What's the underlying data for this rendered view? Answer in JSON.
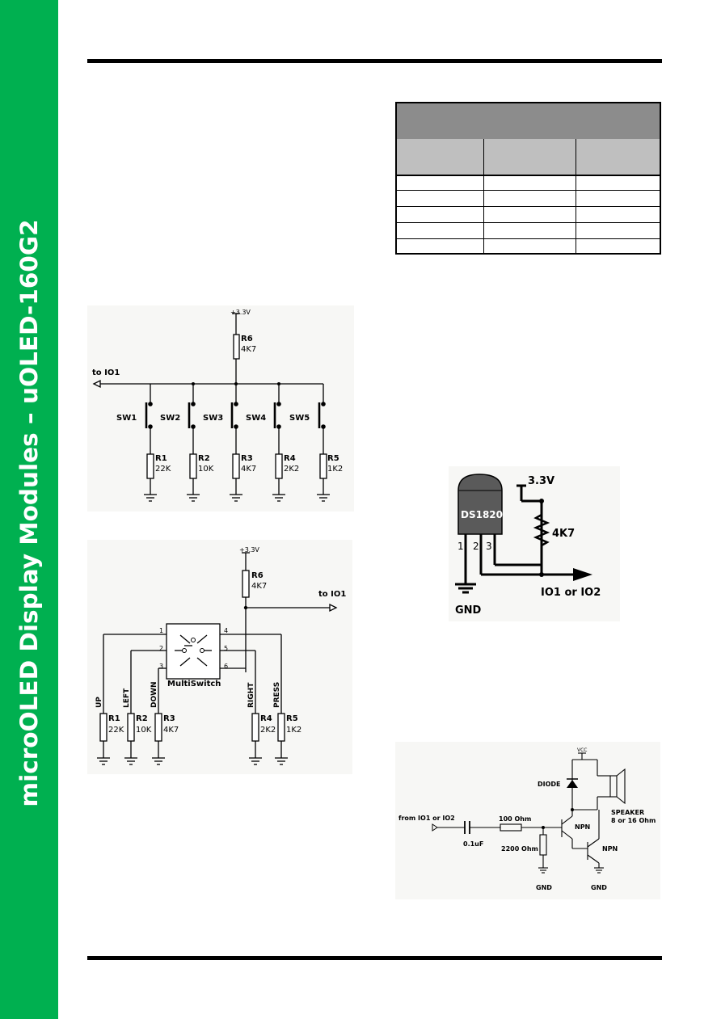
{
  "sidebar": {
    "title": "microOLED Display Modules – uOLED-160G2",
    "color": "#00b050"
  },
  "figure1": {
    "vcc_label": "+3.3V",
    "pullup": {
      "ref": "R6",
      "value": "4K7"
    },
    "output_label": "to IO1",
    "switches": [
      "SW1",
      "SW2",
      "SW3",
      "SW4",
      "SW5"
    ],
    "resistors": [
      {
        "ref": "R1",
        "value": "22K"
      },
      {
        "ref": "R2",
        "value": "10K"
      },
      {
        "ref": "R3",
        "value": "4K7"
      },
      {
        "ref": "R4",
        "value": "2K2"
      },
      {
        "ref": "R5",
        "value": "1K2"
      }
    ]
  },
  "figure2": {
    "vcc_label": "+3.3V",
    "pullup": {
      "ref": "R6",
      "value": "4K7"
    },
    "output_label": "to IO1",
    "switch_label": "MultiSwitch",
    "pins": [
      "1",
      "2",
      "3",
      "4",
      "5",
      "6"
    ],
    "directions": [
      "UP",
      "LEFT",
      "DOWN",
      "RIGHT",
      "PRESS"
    ],
    "resistors": [
      {
        "ref": "R1",
        "value": "22K"
      },
      {
        "ref": "R2",
        "value": "10K"
      },
      {
        "ref": "R3",
        "value": "4K7"
      },
      {
        "ref": "R4",
        "value": "2K2"
      },
      {
        "ref": "R5",
        "value": "1K2"
      }
    ]
  },
  "figure3": {
    "chip_label": "DS1820",
    "pin_labels": [
      "1",
      "2",
      "3"
    ],
    "vcc_label": "3.3V",
    "resistor_value": "4K7",
    "gnd_label": "GND",
    "io_label": "IO1 or IO2"
  },
  "figure4": {
    "vcc_label": "VCC",
    "diode_label": "DIODE",
    "speaker_label_1": "SPEAKER",
    "speaker_label_2": "8 or 16 Ohm",
    "input_label": "from IO1 or IO2",
    "cap_label": "0.1uF",
    "r_series_label": "100 Ohm",
    "r_shunt_label": "2200 Ohm",
    "npn_label_1": "NPN",
    "npn_label_2": "NPN",
    "gnd_label_1": "GND",
    "gnd_label_2": "GND"
  }
}
